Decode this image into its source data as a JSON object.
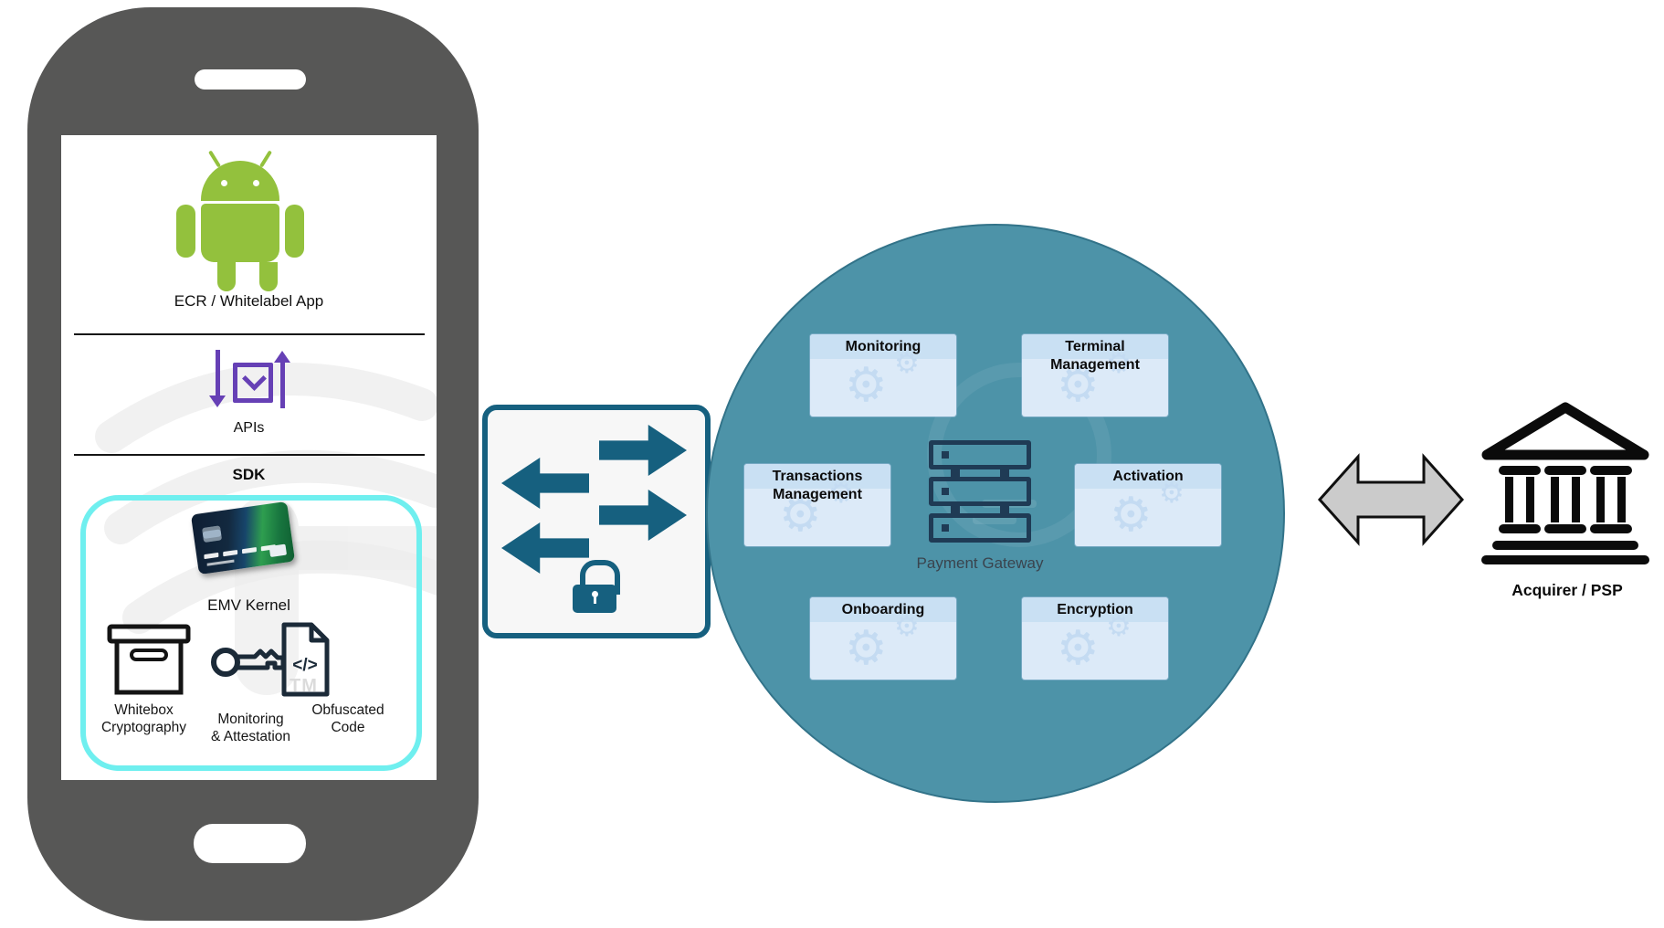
{
  "phone": {
    "app_label": "ECR / Whitelabel App",
    "apis_label": "APIs",
    "sdk_label": "SDK",
    "emv_kernel_label": "EMV Kernel",
    "features": [
      {
        "icon": "box-icon",
        "label": "Whitebox\nCryptography"
      },
      {
        "icon": "key-icon",
        "label": "Monitoring\n& Attestation"
      },
      {
        "icon": "code-file-icon",
        "label": "Obfuscated\nCode"
      }
    ],
    "tm_mark": "TM"
  },
  "gateway": {
    "label": "Payment Gateway",
    "modules": [
      {
        "label": "Monitoring"
      },
      {
        "label": "Terminal\nManagement"
      },
      {
        "label": "Transactions\nManagement"
      },
      {
        "label": "Activation"
      },
      {
        "label": "Onboarding"
      },
      {
        "label": "Encryption"
      }
    ]
  },
  "acquirer": {
    "label": "Acquirer / PSP"
  },
  "icons": {
    "gear": "⚙",
    "code": "</>"
  },
  "colors": {
    "phone_body": "#575756",
    "android_green": "#93C13D",
    "api_purple": "#6640B5",
    "sdk_cyan": "#6FEFEF",
    "teal_dark": "#16607F",
    "circle_fill": "#4D93A8",
    "module_body": "#DCEAF8",
    "module_header": "#C9E0F3",
    "gear_blue": "#C4DBF2",
    "server_navy": "#1F3B55",
    "arrow_gray": "#CBCBCB"
  }
}
